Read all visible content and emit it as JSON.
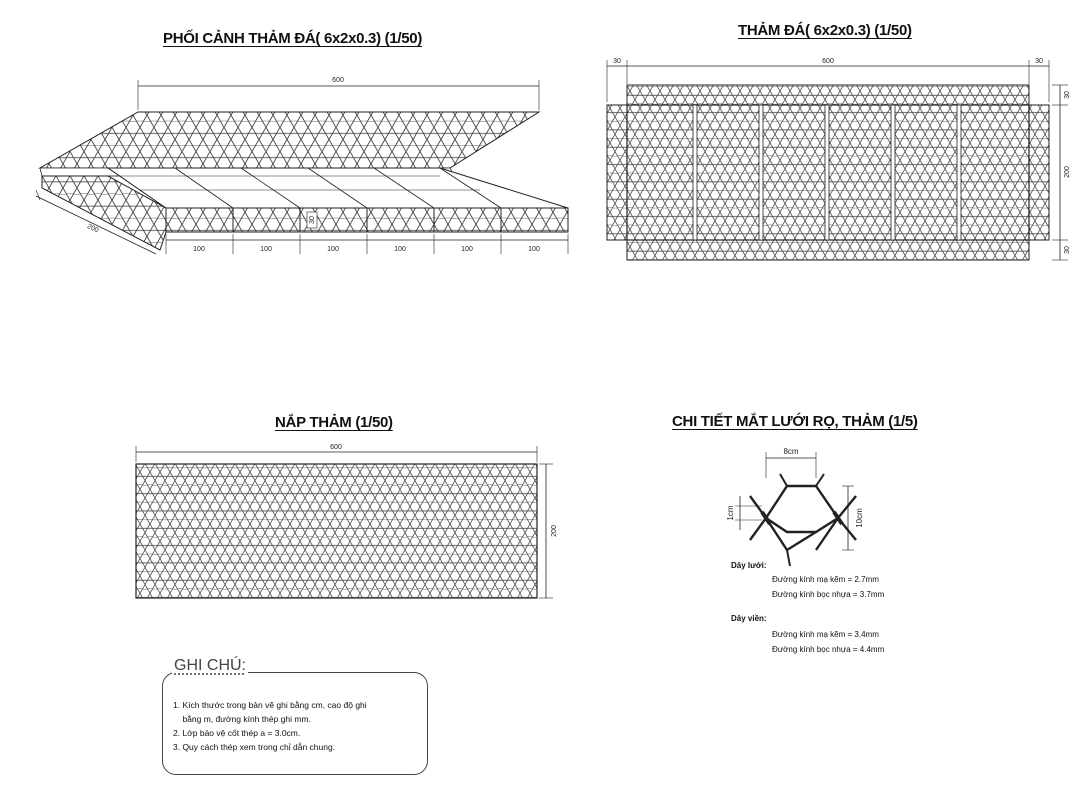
{
  "titles": {
    "perspective": "PHỐI CẢNH THẢM ĐÁ( 6x2x0.3) (1/50)",
    "plan": "THẢM ĐÁ( 6x2x0.3) (1/50)",
    "lid": "NẮP THẢM (1/50)",
    "mesh_detail": "CHI TIẾT MẮT LƯỚI RỌ, THẢM (1/5)"
  },
  "perspective_dims": {
    "length": "600",
    "width": "200",
    "height": "30",
    "segments": [
      "100",
      "100",
      "100",
      "100",
      "100",
      "100"
    ]
  },
  "plan_dims": {
    "top_left": "30",
    "top_middle": "600",
    "top_right": "30",
    "right_top": "30",
    "right_middle": "200",
    "right_bottom": "30"
  },
  "lid_dims": {
    "length": "600",
    "width": "200"
  },
  "mesh_dims": {
    "width": "8cm",
    "height": "10cm",
    "wire": "1cm"
  },
  "specs": {
    "mesh_wire_label": "Dây lưới:",
    "mesh_wire_zinc": "Đường kính mạ kẽm = 2.7mm",
    "mesh_wire_pvc": "Đường kính bọc nhựa = 3.7mm",
    "edge_wire_label": "Dây viền:",
    "edge_wire_zinc": "Đường kính mạ kẽm = 3.4mm",
    "edge_wire_pvc": "Đường kính bọc nhựa = 4.4mm"
  },
  "notes": {
    "title": "GHI CHÚ:",
    "lines": [
      "1. Kích thước trong bản vẽ ghi bằng cm, cao độ ghi",
      "    bằng m, đường kính thép ghi mm.",
      "2. Lớp bảo vệ cốt thép a = 3.0cm.",
      "3. Quy cách thép xem trong chỉ dẫn chung."
    ]
  },
  "colors": {
    "line": "#222222",
    "mesh": "#333333",
    "background": "#ffffff"
  }
}
